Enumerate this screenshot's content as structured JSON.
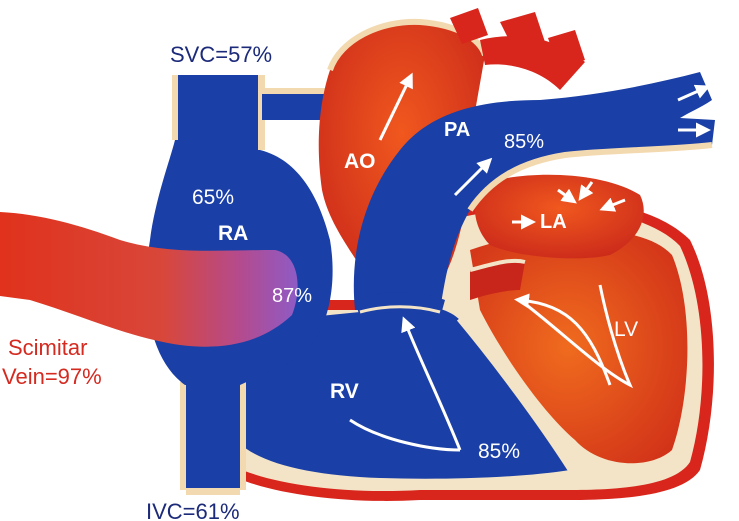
{
  "colors": {
    "oxygenated_red": "#e0321c",
    "deoxygenated_blue": "#1a3fa6",
    "dark_label": "#1c2a7a",
    "scimitar_label": "#d42a20",
    "vessel_wall": "#f3d9b0",
    "outer_border": "#d8261c",
    "background": "#ffffff"
  },
  "labels": {
    "svc": "SVC=57%",
    "ivc": "IVC=61%",
    "scimitar_line1": "Scimitar",
    "scimitar_line2": "Vein=97%",
    "ra": "RA",
    "ra_sat_upper": "65%",
    "ra_sat_lower": "87%",
    "ao": "AO",
    "pa": "PA",
    "pa_sat": "85%",
    "la": "LA",
    "lv": "LV",
    "rv": "RV",
    "rv_sat": "85%"
  },
  "icons": [
    "flow-arrow-icon"
  ]
}
